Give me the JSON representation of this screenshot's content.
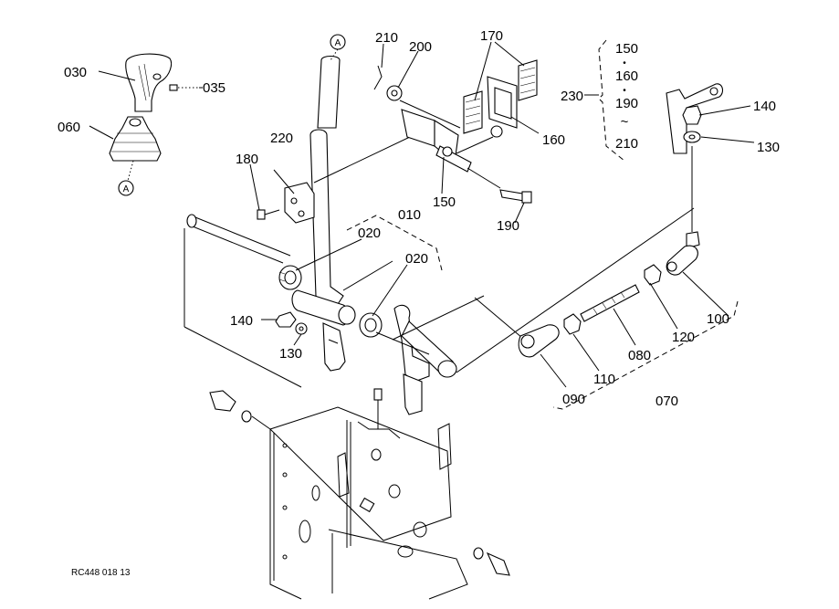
{
  "diagram": {
    "reference_code": "RC448 018 13",
    "callout_a": "A",
    "group_230": {
      "label": "230",
      "items": [
        "150",
        "160",
        "190",
        "210"
      ],
      "separator_dot": "•",
      "range_sign": "~"
    },
    "labels": {
      "p010": "010",
      "p020a": "020",
      "p020b": "020",
      "p030": "030",
      "p035": "035",
      "p060": "060",
      "p070": "070",
      "p080": "080",
      "p090": "090",
      "p100": "100",
      "p110": "110",
      "p120": "120",
      "p130a": "130",
      "p130b": "130",
      "p140a": "140",
      "p140b": "140",
      "p150": "150",
      "p160": "160",
      "p170": "170",
      "p180": "180",
      "p190": "190",
      "p200": "200",
      "p210": "210",
      "p220": "220"
    }
  }
}
